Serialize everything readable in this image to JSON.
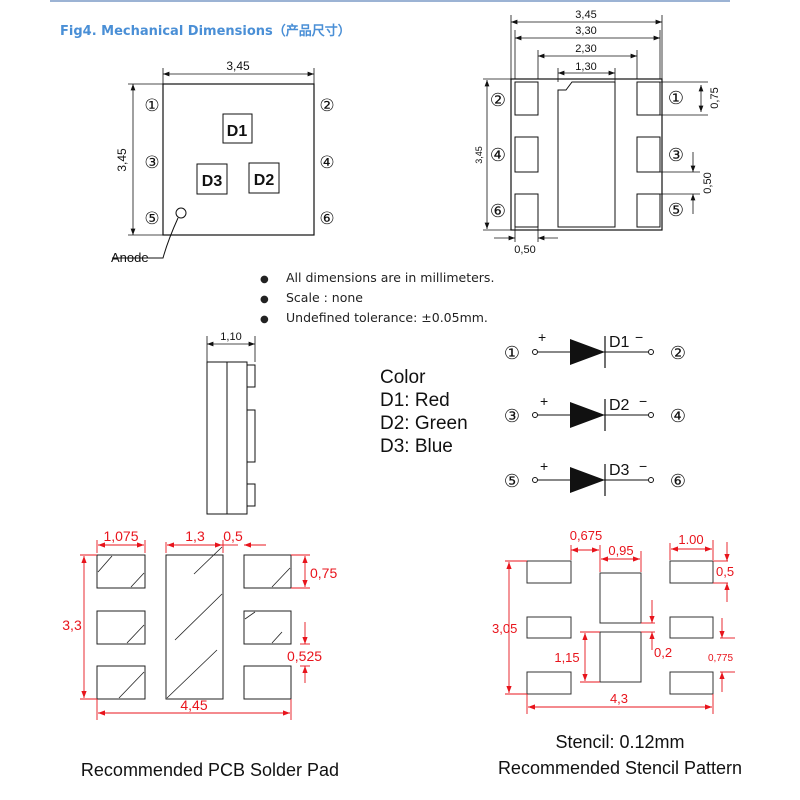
{
  "title": "Fig4. Mechanical Dimensions（产品尺寸）",
  "top_view": {
    "width_label": "3,45",
    "height_label": "3,45",
    "pins": [
      "①",
      "②",
      "③",
      "④",
      "⑤",
      "⑥"
    ],
    "dies": [
      "D1",
      "D3",
      "D2"
    ],
    "anode_label": "Anode"
  },
  "bottom_view": {
    "dims": {
      "overall": "3,45",
      "outer": "3,30",
      "inner": "2,30",
      "center_pad": "1,30",
      "pad_height": "0,75",
      "pad_gap": "0,50",
      "height": "3,45",
      "pad_width": "0,50"
    },
    "pins_left": [
      "②",
      "④",
      "⑥"
    ],
    "pins_right": [
      "①",
      "③",
      "⑤"
    ]
  },
  "notes": [
    "All dimensions are in millimeters.",
    "Scale : none",
    "Undefined tolerance: ±0.05mm."
  ],
  "side_view": {
    "thickness_label": "1,10"
  },
  "color_legend": {
    "heading": "Color",
    "items": [
      "D1: Red",
      "D2: Green",
      "D3: Blue"
    ]
  },
  "schematic": {
    "rows": [
      {
        "anode_pin": "①",
        "cathode_pin": "②",
        "label": "D1",
        "plus": "+",
        "minus": "−"
      },
      {
        "anode_pin": "③",
        "cathode_pin": "④",
        "label": "D2",
        "plus": "+",
        "minus": "−"
      },
      {
        "anode_pin": "⑤",
        "cathode_pin": "⑥",
        "label": "D3",
        "plus": "+",
        "minus": "−"
      }
    ]
  },
  "pcb_pad": {
    "dims": {
      "pad_width": "1,075",
      "center_width": "1,3",
      "gap": "0,5",
      "pad_height": "0,75",
      "height": "3,3",
      "pad_gap": "0,525",
      "overall": "4,45"
    },
    "caption": "Recommended PCB Solder Pad"
  },
  "stencil": {
    "dims": {
      "gap": "0,675",
      "center_width": "0,95",
      "pad_width": "1.00",
      "pad_height": "0,5",
      "height": "3,05",
      "center_gap": "0,2",
      "center_height": "1,15",
      "pad_gap": "0,775",
      "overall": "4,3"
    },
    "thickness": "Stencil: 0.12mm",
    "caption": "Recommended Stencil Pattern"
  },
  "colors": {
    "title": "#4a8fd6",
    "dimension": "#e8141c",
    "line": "#1a1a1a"
  }
}
